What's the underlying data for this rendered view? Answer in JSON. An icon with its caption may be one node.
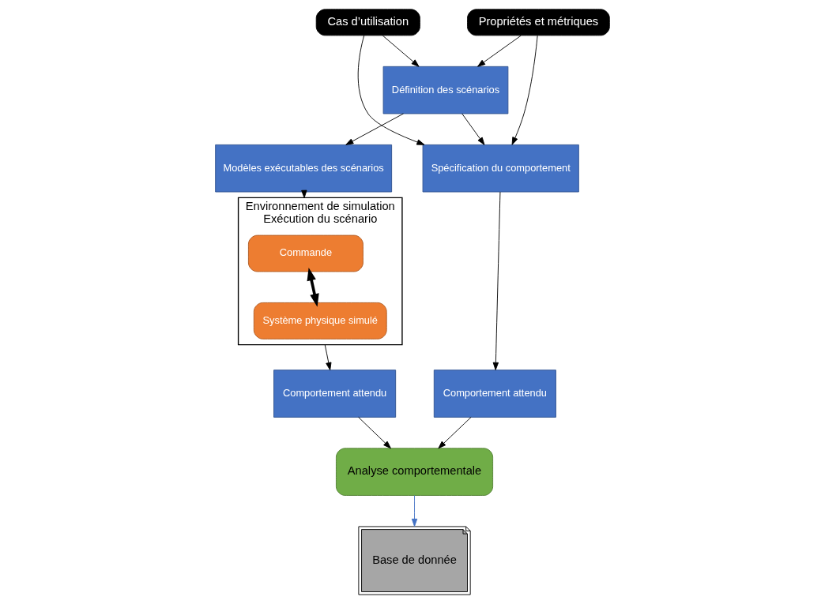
{
  "diagram": {
    "nodes": [
      {
        "text": [
          "Propriétés et métriques"
        ]
      },
      {
        "text": [
          "Cas d’utilisation"
        ]
      },
      {
        "text": [
          "Définition des scénarios"
        ]
      },
      {
        "text": [
          "Spécification du comportement"
        ]
      },
      {
        "text": [
          "Comportement attendu"
        ]
      },
      {
        "text": [
          "Environnement de simulation",
          "Exécution du scénario"
        ]
      },
      {
        "text": [
          "Commande"
        ],
        "in": 5
      },
      {
        "text": [
          "Système physique simulé"
        ],
        "in": 5
      },
      {
        "text": [
          "Analyse comportementale"
        ]
      },
      {
        "text": [
          "Base de donnée"
        ]
      },
      {
        "text": [
          "Modèles exécutables des scénarios"
        ]
      },
      {
        "text": [
          "Comportement attendu"
        ]
      }
    ],
    "edges": [
      {
        "from": 0,
        "to": 2,
        "arrow": "to"
      },
      {
        "from": 0,
        "to": 3,
        "arrow": "to"
      },
      {
        "from": 1,
        "to": 2,
        "arrow": "to"
      },
      {
        "from": 1,
        "to": 3,
        "arrow": "to"
      },
      {
        "from": 2,
        "to": 3,
        "arrow": "to"
      },
      {
        "from": 3,
        "to": 4,
        "arrow": "to"
      },
      {
        "from": 4,
        "to": 8,
        "arrow": "to"
      },
      {
        "from": 2,
        "to": 10,
        "arrow": "to"
      },
      {
        "from": 10,
        "to": 5,
        "arrow": "to"
      },
      {
        "from": 5,
        "to": 11,
        "arrow": "to"
      },
      {
        "from": 11,
        "to": 8,
        "arrow": "to"
      },
      {
        "from": 8,
        "to": 9,
        "arrow": "to",
        "color": "#4472c4"
      },
      {
        "from": 6,
        "to": 7,
        "arrow": "both",
        "style": "thick"
      }
    ]
  }
}
